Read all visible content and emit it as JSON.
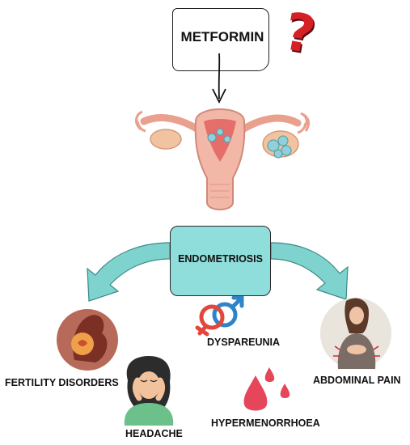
{
  "top_node": {
    "label": "METFORMIN",
    "question_mark": "?"
  },
  "center_node": {
    "label": "ENDOMETRIOSIS"
  },
  "symptoms": {
    "fertility": "FERTILITY DISORDERS",
    "dyspareunia": "DYSPAREUNIA",
    "abdominal": "ABDOMINAL PAIN",
    "headache": "HEADACHE",
    "hypermenorrhoea": "HYPERMENORRHOEA"
  },
  "colors": {
    "teal_box": "#8fdedb",
    "teal_arrow": "#7fd3cf",
    "question_red": "#d71f26",
    "blood_red": "#e6465a",
    "male_blue": "#2f84c8",
    "female_red": "#e1473d",
    "uterus_pink": "#f3b7a8",
    "cyst_blue": "#8fd0da"
  },
  "icons": [
    "uterus-illustration",
    "pregnant-woman-icon",
    "gender-symbols-icon",
    "woman-abdominal-pain-icon",
    "woman-headache-icon",
    "blood-drops-icon"
  ]
}
